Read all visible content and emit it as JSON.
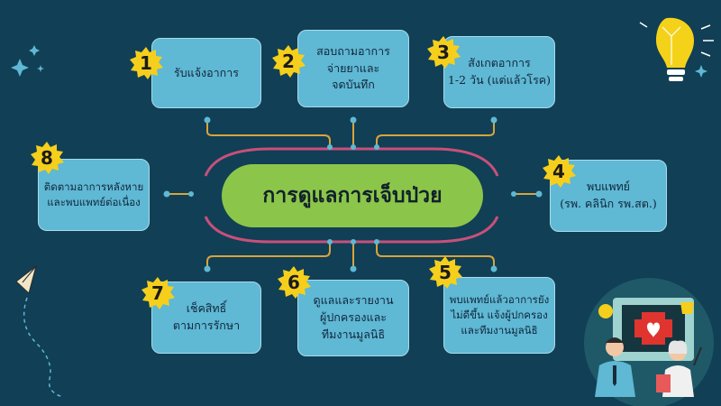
{
  "center": {
    "title": "การดูแลการเจ็บป่วย"
  },
  "steps": [
    {
      "number": "1",
      "lines": [
        "รับแจ้งอาการ"
      ]
    },
    {
      "number": "2",
      "lines": [
        "สอบถามอาการ",
        "จ่ายยาและ",
        "จดบันทึก"
      ]
    },
    {
      "number": "3",
      "lines": [
        "สังเกตอาการ",
        "1-2 วัน (แต่แล้วโรค)"
      ]
    },
    {
      "number": "4",
      "lines": [
        "พบแพทย์",
        "(รพ. คลินิก รพ.สต.)"
      ]
    },
    {
      "number": "5",
      "lines": [
        "พบแพทย์แล้วอาการยัง",
        "ไม่ดีขึ้น แจ้งผู้ปกครอง",
        "และทีมงานมูลนิธิ"
      ]
    },
    {
      "number": "6",
      "lines": [
        "ดูแลและรายงาน",
        "ผู้ปกครองและ",
        "ทีมงานมูลนิธิ"
      ]
    },
    {
      "number": "7",
      "lines": [
        "เช็คสิทธิ์",
        "ตามการรักษา"
      ]
    },
    {
      "number": "8",
      "lines": [
        "ติดตามอาการหลังหาย",
        "และพบแพทย์ต่อเนื่อง"
      ]
    }
  ],
  "colors": {
    "background": "#113f55",
    "box": "#5fb8d4",
    "center": "#8bc64a",
    "ring": "#c8507a",
    "connector": "#d9a43c",
    "badge": "#f5cf1c"
  }
}
